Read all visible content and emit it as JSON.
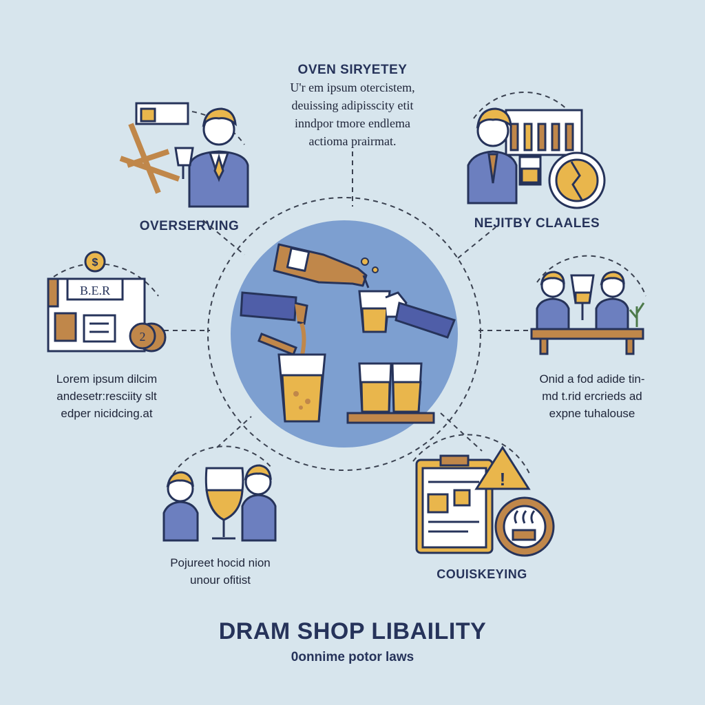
{
  "top": {
    "heading": "OVEN SIRYETEY",
    "lines": [
      "U'r em ipsum otercistem,",
      "deuissing adipisscity etit",
      "inndpor tmore endlema",
      "actioma prairmat."
    ]
  },
  "labels": {
    "overserving": "OVERSERVING",
    "nejitby": "NEJITBY CLAALES",
    "couiskeying": "COUISKEYING"
  },
  "left_text": [
    "Lorem ipsum dilcim",
    "andesetr:resciity slt",
    "edper nicidcing.at"
  ],
  "right_text": [
    "Onid a fod adide tin-",
    "md t.rid ercrieds ad",
    "expne tuhalouse"
  ],
  "bottom_left_text": [
    "Pojureet hocid nion",
    "unour ofitist"
  ],
  "sign_text": "B.E.R",
  "coin_number": "2",
  "footer": {
    "title": "DRAM SHOP LIBAILITY",
    "subtitle": "0onnime potor laws"
  },
  "colors": {
    "background": "#d7e5ed",
    "navy": "#26335a",
    "blue_fill": "#6c7fbf",
    "center_circle": "#7d9fd0",
    "amber": "#e9b64c",
    "brown": "#c0874a"
  }
}
